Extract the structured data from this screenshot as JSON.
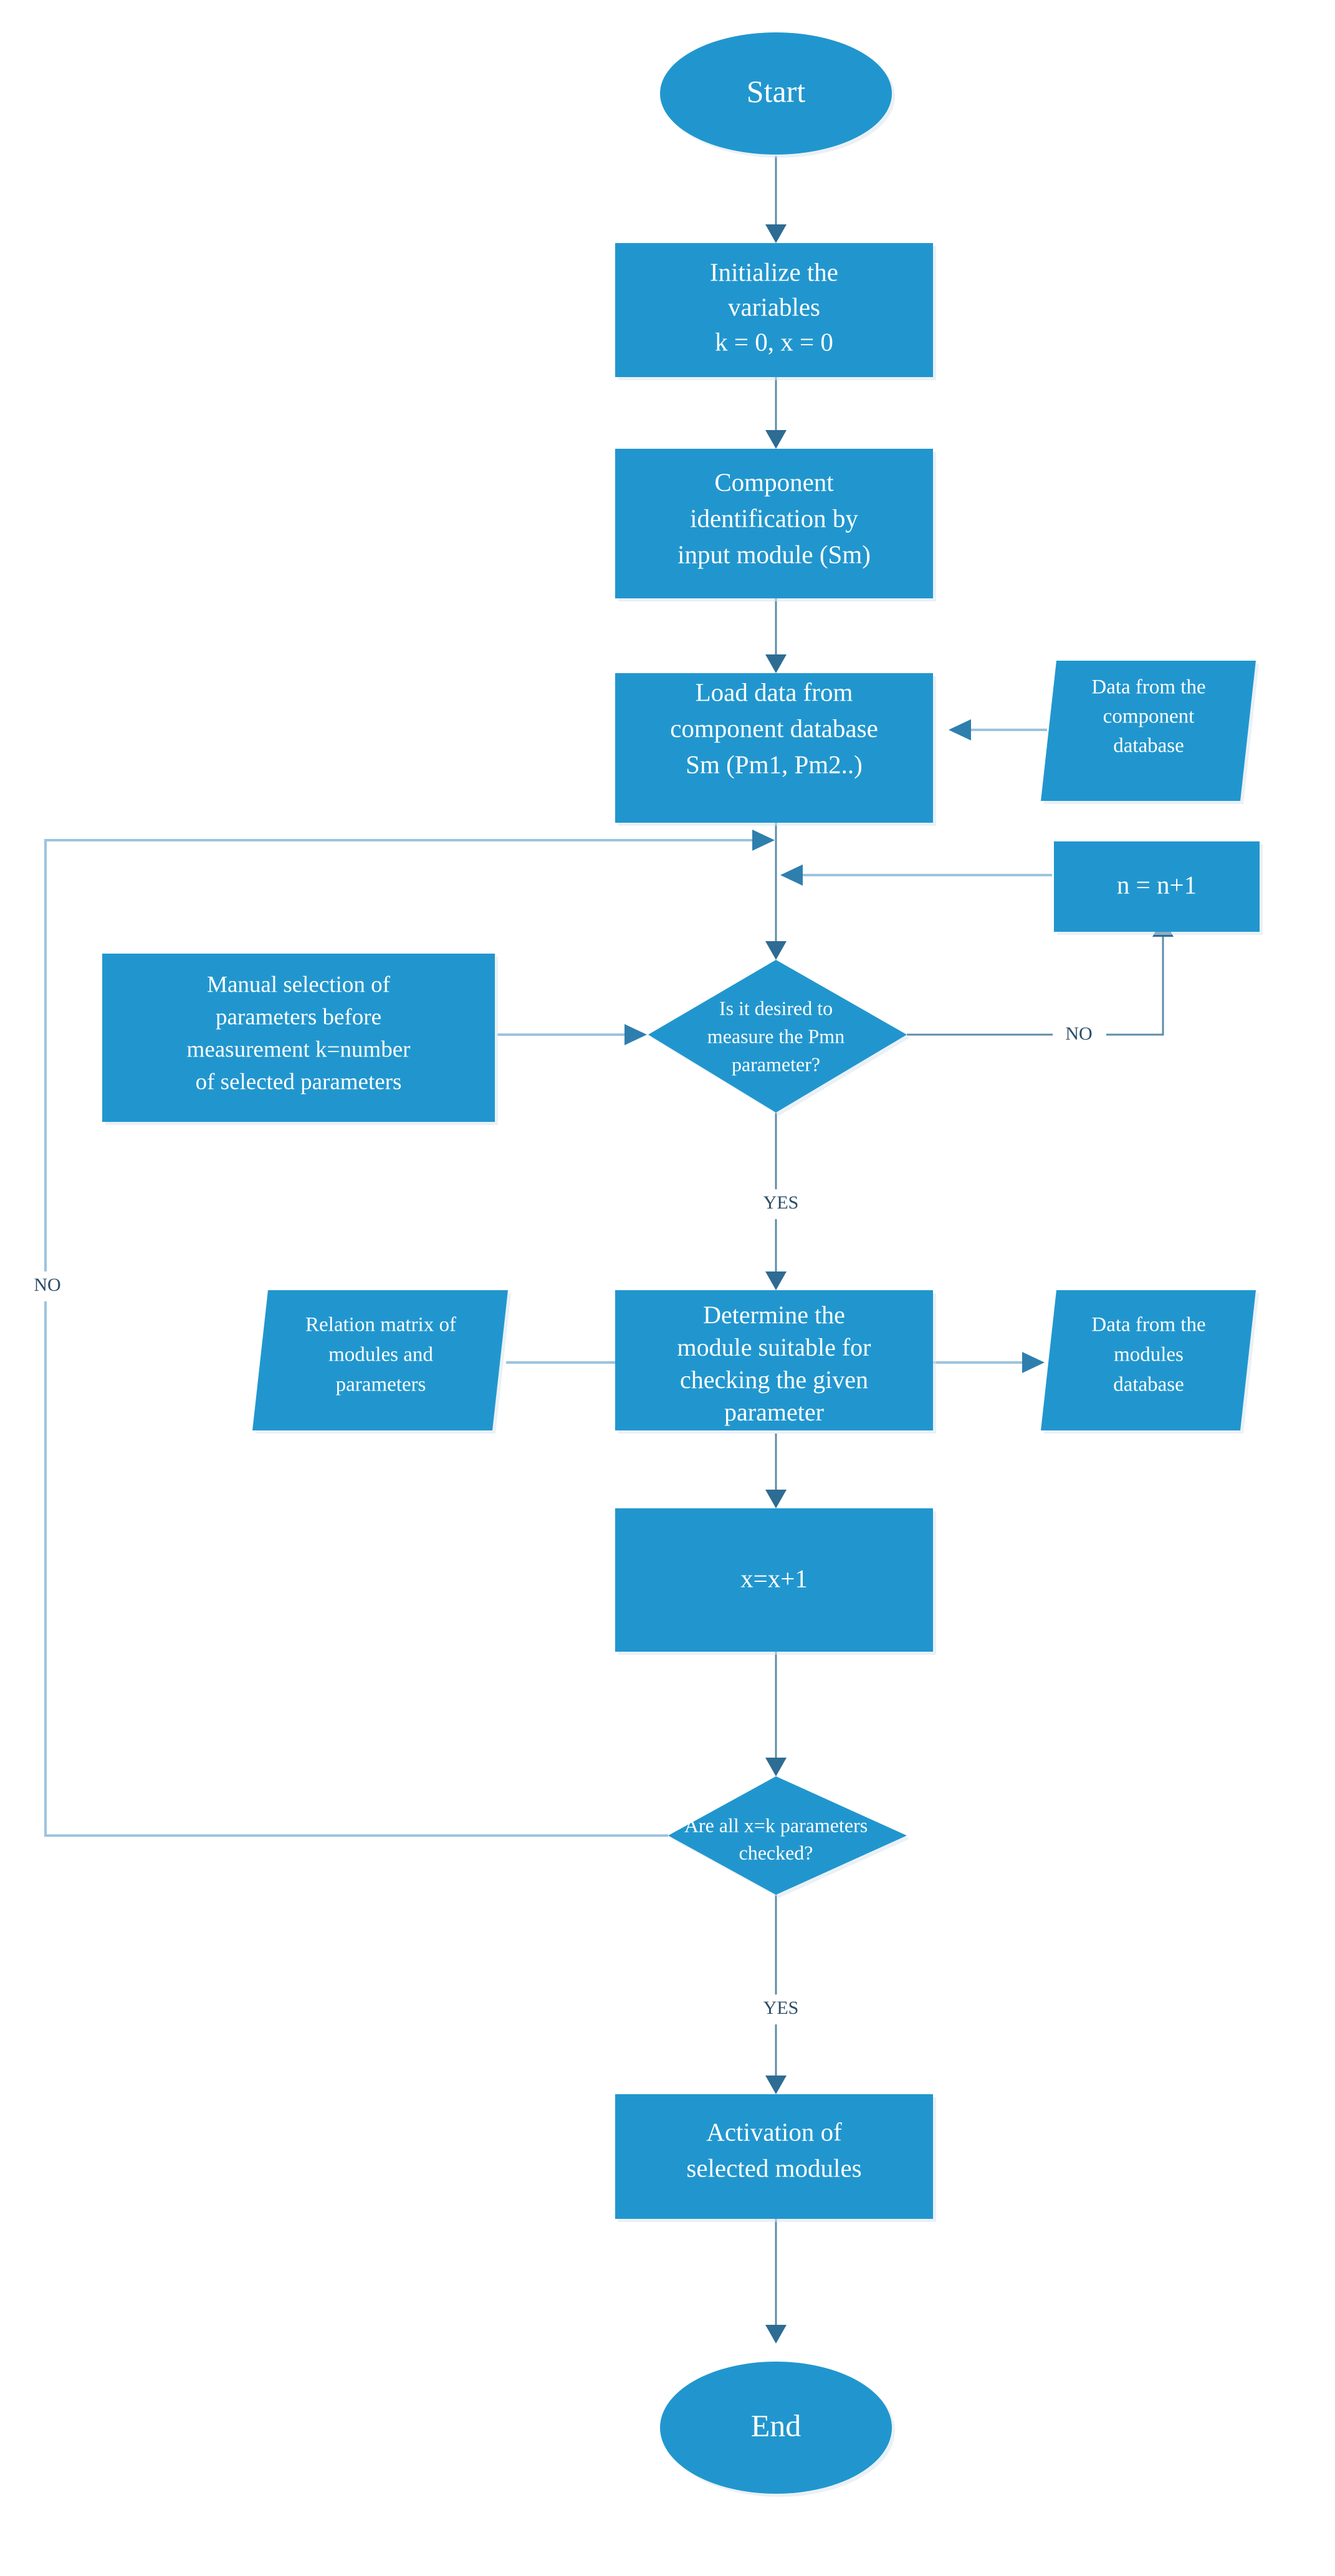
{
  "diagram": {
    "type": "flowchart",
    "title": "",
    "accent_color": "#2196CE",
    "connector_color": "#5E8CA8",
    "label_color": "#ffffff",
    "background": "#ffffff",
    "nodes": [
      {
        "id": "start",
        "shape": "ellipse",
        "text": "Start",
        "lines": [
          "Start"
        ]
      },
      {
        "id": "init",
        "shape": "rectangle",
        "text": "Initialize the variables k = 0, x = 0",
        "lines": [
          "Initialize the",
          "variables",
          "k = 0, x = 0"
        ]
      },
      {
        "id": "identify",
        "shape": "rectangle",
        "text": "Component identification by input module (Sm)",
        "lines": [
          "Component",
          "identification by",
          "input module (Sm)"
        ]
      },
      {
        "id": "load",
        "shape": "rectangle",
        "text": "Load data from component database Sm (Pm1, Pm2..)",
        "lines": [
          "Load data from",
          "component database",
          "Sm (Pm1, Pm2..)"
        ]
      },
      {
        "id": "compdb",
        "shape": "parallelogram",
        "text": "Data from the component database",
        "lines": [
          "Data from the",
          "component",
          "database"
        ]
      },
      {
        "id": "increment_n",
        "shape": "rectangle",
        "text": "n = n+1",
        "lines": [
          "n = n+1"
        ]
      },
      {
        "id": "manual",
        "shape": "rectangle",
        "text": "Manual selection of parameters before measurement k=number of selected parameters",
        "lines": [
          "Manual selection of",
          "parameters before",
          "measurement k=number",
          "of selected parameters"
        ]
      },
      {
        "id": "decide_pmn",
        "shape": "diamond",
        "text": "Is it desired to measure the Pmn parameter?",
        "lines": [
          "Is it desired to",
          "measure the Pmn",
          "parameter?"
        ]
      },
      {
        "id": "relmatrix",
        "shape": "parallelogram",
        "text": "Relation matrix of modules and parameters",
        "lines": [
          "Relation matrix of",
          "modules and",
          "parameters"
        ]
      },
      {
        "id": "determine",
        "shape": "rectangle",
        "text": "Determine the module suitable for checking the given parameter",
        "lines": [
          "Determine the",
          "module suitable for",
          "checking the given",
          "parameter"
        ]
      },
      {
        "id": "moddb",
        "shape": "parallelogram",
        "text": "Data from the modules database",
        "lines": [
          "Data from the",
          "modules",
          "database"
        ]
      },
      {
        "id": "increment_x",
        "shape": "rectangle",
        "text": "x=x+1",
        "lines": [
          "x=x+1"
        ]
      },
      {
        "id": "decide_all",
        "shape": "diamond",
        "text": "Are all x=k parameters checked?",
        "lines": [
          "Are all x=k parameters",
          "checked?"
        ]
      },
      {
        "id": "activate",
        "shape": "rectangle",
        "text": "Activation of selected modules",
        "lines": [
          "Activation of",
          "selected modules"
        ]
      },
      {
        "id": "end",
        "shape": "ellipse",
        "text": "End",
        "lines": [
          "End"
        ]
      }
    ],
    "edges": [
      {
        "from": "start",
        "to": "init",
        "label": ""
      },
      {
        "from": "init",
        "to": "identify",
        "label": ""
      },
      {
        "from": "identify",
        "to": "load",
        "label": ""
      },
      {
        "from": "compdb",
        "to": "load",
        "label": ""
      },
      {
        "from": "load",
        "to": "decide_pmn",
        "label": ""
      },
      {
        "from": "increment_n",
        "to": "decide_pmn",
        "label": ""
      },
      {
        "from": "manual",
        "to": "decide_pmn",
        "label": ""
      },
      {
        "from": "decide_pmn",
        "to": "increment_n",
        "label": "NO"
      },
      {
        "from": "decide_pmn",
        "to": "determine",
        "label": "YES"
      },
      {
        "from": "relmatrix",
        "to": "determine",
        "label": ""
      },
      {
        "from": "determine",
        "to": "moddb",
        "label": ""
      },
      {
        "from": "determine",
        "to": "increment_x",
        "label": ""
      },
      {
        "from": "increment_x",
        "to": "decide_all",
        "label": ""
      },
      {
        "from": "decide_all",
        "to": "decide_pmn",
        "label": "NO"
      },
      {
        "from": "decide_all",
        "to": "activate",
        "label": "YES"
      },
      {
        "from": "activate",
        "to": "end",
        "label": ""
      }
    ],
    "edge_labels": {
      "no_right": "NO",
      "no_left": "NO",
      "yes_mid": "YES",
      "yes_bottom": "YES"
    }
  }
}
